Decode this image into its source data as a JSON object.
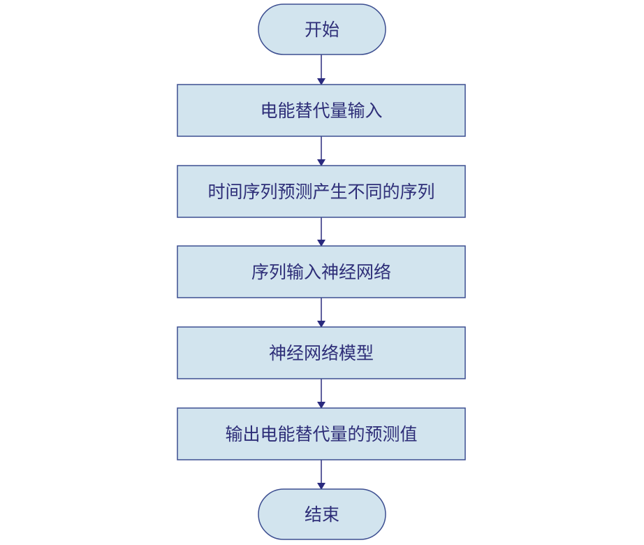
{
  "colors": {
    "node_fill": "#d2e4ee",
    "node_stroke": "#3c4e90",
    "text": "#2e2e78",
    "arrow": "#2a2a7e"
  },
  "flowchart": {
    "start": "开始",
    "steps": [
      "电能替代量输入",
      "时间序列预测产生不同的序列",
      "序列输入神经网络",
      "神经网络模型",
      "输出电能替代量的预测值"
    ],
    "end": "结束"
  }
}
